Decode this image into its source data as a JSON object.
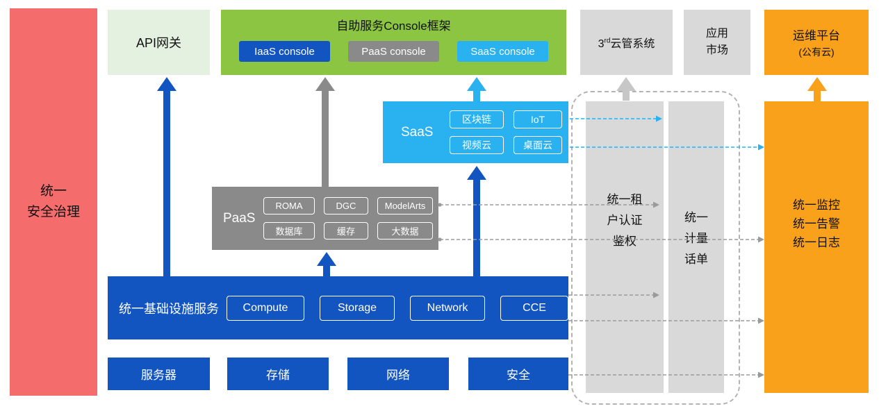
{
  "colors": {
    "red": "#f56c6c",
    "pale-green": "#e4f1e0",
    "green": "#8cc541",
    "blue": "#1355c0",
    "cyan": "#29b2ef",
    "midgray": "#8a8a8a",
    "lightgray": "#d9d9d9",
    "orange": "#f9a11b"
  },
  "security_bar": {
    "label": "统一\n安全治理"
  },
  "api_gateway": {
    "label": "API网关"
  },
  "console_frame": {
    "title": "自助服务Console框架",
    "consoles": [
      {
        "label": "IaaS console"
      },
      {
        "label": "PaaS console"
      },
      {
        "label": "SaaS console"
      }
    ]
  },
  "third_party_cms": {
    "num": "3",
    "sup": "rd",
    "rest": "云管系统"
  },
  "app_market": {
    "label": "应用\n市场"
  },
  "om_platform": {
    "line1": "运维平台",
    "line2": "(公有云)"
  },
  "saas": {
    "label": "SaaS",
    "items": [
      "区块链",
      "IoT",
      "视频云",
      "桌面云"
    ]
  },
  "paas": {
    "label": "PaaS",
    "items": [
      "ROMA",
      "DGC",
      "ModelArts",
      "数据库",
      "缓存",
      "大数据"
    ]
  },
  "infrastructure": {
    "label": "统一基础设施服务",
    "items": [
      "Compute",
      "Storage",
      "Network",
      "CCE"
    ]
  },
  "resource_row": {
    "items": [
      "服务器",
      "存储",
      "网络",
      "安全"
    ]
  },
  "tenant_auth_bar": {
    "label": "统一租\n户认证\n鉴权"
  },
  "metering_bar": {
    "label": "统一\n计量\n话单"
  },
  "monitor_bar": {
    "label": "统一监控\n统一告警\n统一日志"
  }
}
